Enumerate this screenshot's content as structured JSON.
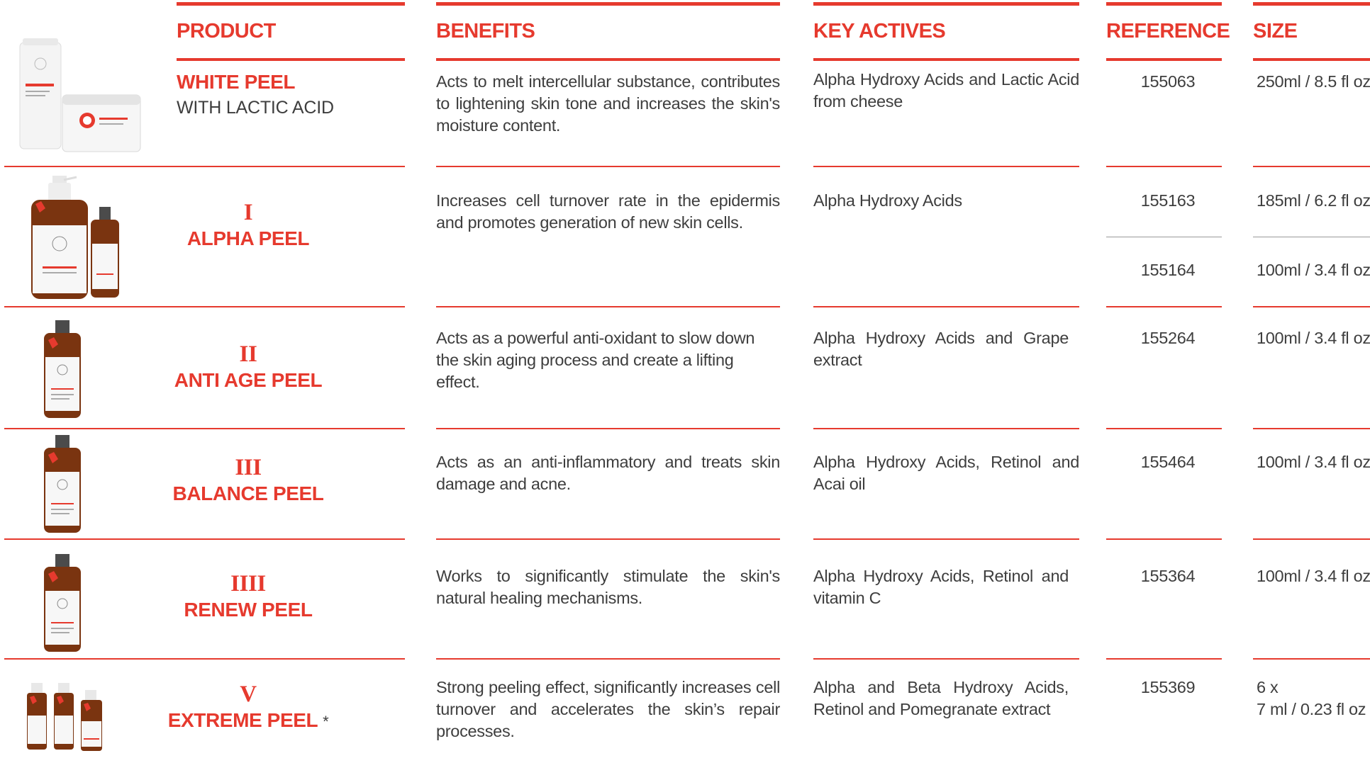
{
  "headers": {
    "product": "PRODUCT",
    "benefits": "BENEFITS",
    "key_actives": "KEY ACTIVES",
    "reference": "REFERENCE",
    "size": "SIZE"
  },
  "colors": {
    "accent": "#e63a2e",
    "text": "#3e3e3e",
    "amber": "#7a3410"
  },
  "rows": [
    {
      "image_icon": "white-peel-tube-and-jar",
      "roman": "",
      "name": "WHITE PEEL",
      "subtitle": "WITH LACTIC ACID",
      "benefits": "Acts to melt intercellular substance, contributes to lightening skin tone and increases the skin's moisture content.",
      "key_actives": "Alpha Hydroxy Acids and Lactic Acid from cheese",
      "references": [
        "155063"
      ],
      "sizes": [
        "250ml / 8.5 fl oz"
      ]
    },
    {
      "image_icon": "alpha-peel-bottles",
      "roman": "I",
      "name": "ALPHA PEEL",
      "benefits": "Increases cell turnover rate in the epidermis and promotes generation of new skin cells.",
      "key_actives": "Alpha Hydroxy Acids",
      "references": [
        "155163",
        "155164"
      ],
      "sizes": [
        "185ml / 6.2 fl oz",
        "100ml / 3.4 fl oz"
      ]
    },
    {
      "image_icon": "anti-age-peel-bottle",
      "roman": "II",
      "name": "ANTI AGE PEEL",
      "benefits": "Acts as a powerful anti-oxidant to slow down the skin aging process and create a lifting effect.",
      "key_actives": "Alpha Hydroxy Acids and Grape extract",
      "references": [
        "155264"
      ],
      "sizes": [
        "100ml / 3.4 fl oz"
      ]
    },
    {
      "image_icon": "balance-peel-bottle",
      "roman": "III",
      "name": "BALANCE PEEL",
      "benefits": "Acts as an anti-inflammatory and treats skin damage and acne.",
      "key_actives": "Alpha Hydroxy Acids, Retinol and Acai oil",
      "references": [
        "155464"
      ],
      "sizes": [
        "100ml / 3.4 fl oz"
      ]
    },
    {
      "image_icon": "renew-peel-bottle",
      "roman": "IIII",
      "name": "RENEW PEEL",
      "benefits": "Works to significantly stimulate the skin's natural healing mechanisms.",
      "key_actives": "Alpha Hydroxy Acids, Retinol and vitamin C",
      "references": [
        "155364"
      ],
      "sizes": [
        "100ml / 3.4 fl oz"
      ]
    },
    {
      "image_icon": "extreme-peel-vials",
      "roman": "V",
      "name": "EXTREME PEEL",
      "note": "*",
      "benefits": "Strong peeling effect, significantly  increases cell turnover and accelerates the skin’s repair processes.",
      "key_actives": "Alpha and Beta Hydroxy Acids, Retinol and Pomegranate extract",
      "references": [
        "155369"
      ],
      "sizes": [
        "6 x",
        "7 ml / 0.23 fl oz"
      ]
    }
  ]
}
